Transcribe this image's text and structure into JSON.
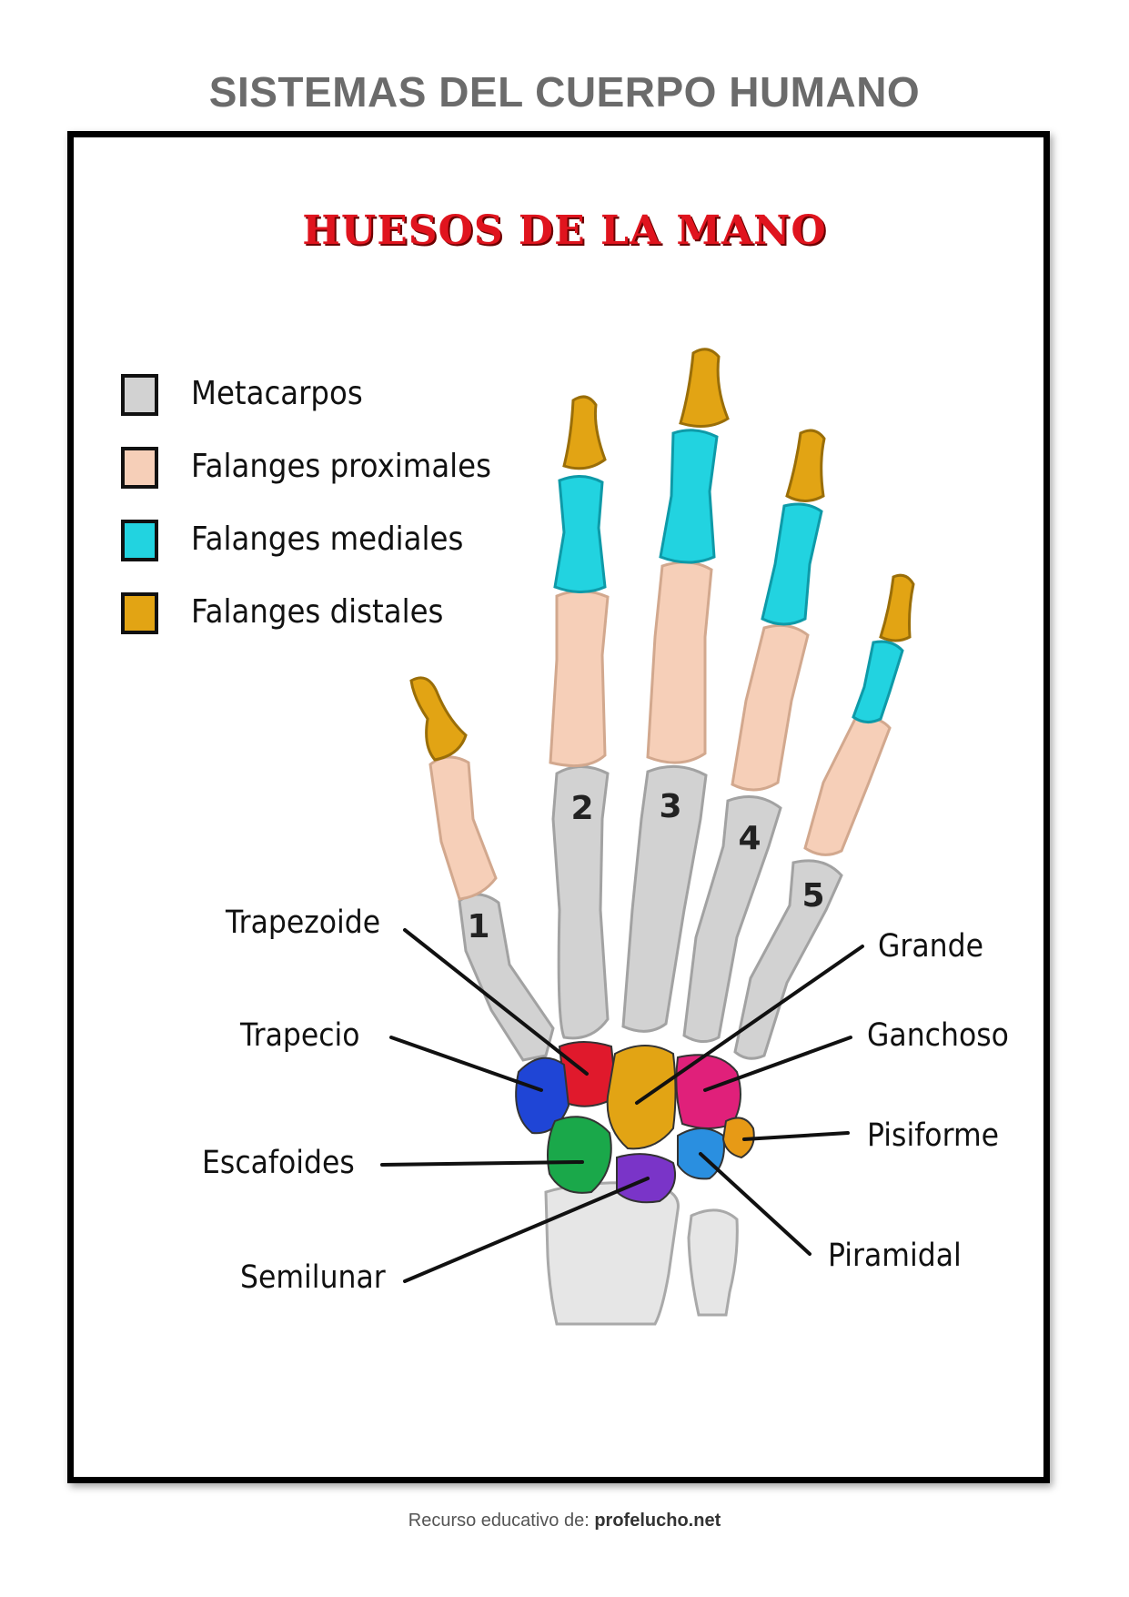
{
  "header": {
    "title": "SISTEMAS DEL CUERPO HUMANO"
  },
  "diagram": {
    "title": "HUESOS DE LA MANO",
    "legend": [
      {
        "label": "Metacarpos",
        "color": "#d2d2d2"
      },
      {
        "label": "Falanges proximales",
        "color": "#f6cfb8"
      },
      {
        "label": "Falanges mediales",
        "color": "#22d3e0"
      },
      {
        "label": "Falanges distales",
        "color": "#e2a414"
      }
    ],
    "metacarpal_numbers": [
      "1",
      "2",
      "3",
      "4",
      "5"
    ],
    "carpal_labels": {
      "trapezoide": "Trapezoide",
      "trapecio": "Trapecio",
      "escafoides": "Escafoides",
      "semilunar": "Semilunar",
      "grande": "Grande",
      "ganchoso": "Ganchoso",
      "pisiforme": "Pisiforme",
      "piramidal": "Piramidal"
    },
    "carpal_colors": {
      "trapezoide": "#e0192c",
      "trapecio": "#1f45d6",
      "escafoides": "#1aa84a",
      "semilunar": "#7a34c8",
      "grande": "#e2a414",
      "ganchoso": "#e0207a",
      "pisiforme": "#e79a16",
      "piramidal": "#2a8fe0"
    }
  },
  "footer": {
    "prefix": "Recurso educativo de:",
    "site": "profelucho.net"
  }
}
